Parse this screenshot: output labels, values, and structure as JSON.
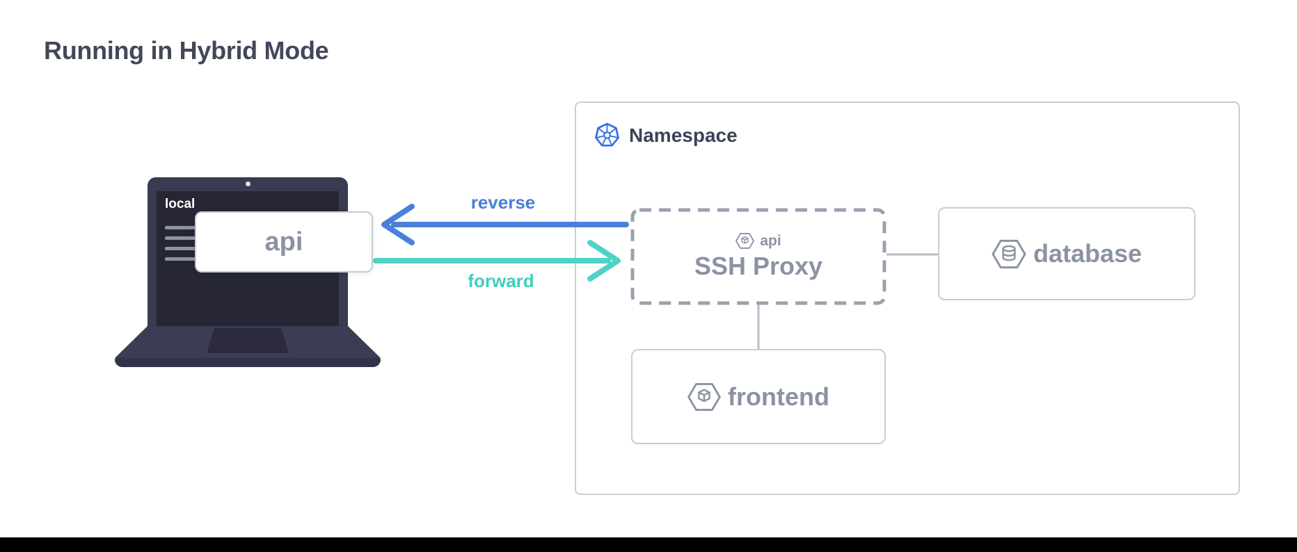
{
  "title": "Running in Hybrid Mode",
  "laptop": {
    "device_label": "local",
    "api_label": "api"
  },
  "arrows": {
    "reverse": {
      "label": "reverse",
      "color": "#4a80d9"
    },
    "forward": {
      "label": "forward",
      "color": "#4ed3c5"
    }
  },
  "namespace": {
    "label": "Namespace",
    "k8s_color": "#326de6",
    "nodes": {
      "ssh_proxy": {
        "badge_label": "api",
        "label": "SSH Proxy"
      },
      "database": {
        "label": "database"
      },
      "frontend": {
        "label": "frontend"
      }
    }
  },
  "colors": {
    "title_text": "#424858",
    "node_text": "#8b92a2",
    "node_border": "#c9cdd5",
    "dashed_border": "#99a1b0",
    "connector": "#b5bbc7",
    "laptop_shell": "#3a3a50",
    "laptop_screen": "#262634"
  }
}
